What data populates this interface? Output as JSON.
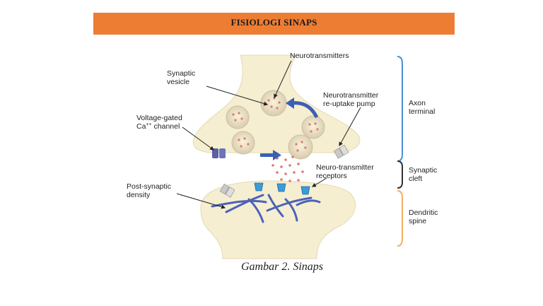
{
  "header": {
    "title": "FISIOLOGI SINAPS",
    "bg_color": "#ee7d34"
  },
  "diagram": {
    "labels": {
      "neurotransmitters": "Neurotransmitters",
      "synaptic_vesicle": [
        "Synaptic",
        "vesicle"
      ],
      "reuptake_pump": [
        "Neurotransmitter",
        "re-uptake pump"
      ],
      "ca_channel_line1": "Voltage-gated",
      "ca_channel_prefix": "Ca",
      "ca_channel_sup": "++",
      "ca_channel_suffix": " channel",
      "receptors": [
        "Neuro-transmitter",
        "receptors"
      ],
      "post_synaptic_density": [
        "Post-synaptic",
        "density"
      ],
      "axon_terminal": [
        "Axon",
        "terminal"
      ],
      "synaptic_cleft": [
        "Synaptic",
        "cleft"
      ],
      "dendritic_spine": [
        "Dendritic",
        "spine"
      ]
    },
    "colors": {
      "axon_bracket": "#4a8fd8",
      "cleft_bracket": "#333333",
      "spine_bracket": "#f0b060",
      "cell_fill": "#f6eed1",
      "arrow": "#3a5fb5",
      "receptor": "#3b9bd6",
      "vesicle_dot": "#e07a6a"
    }
  },
  "caption": "Gambar 2. Sinaps"
}
